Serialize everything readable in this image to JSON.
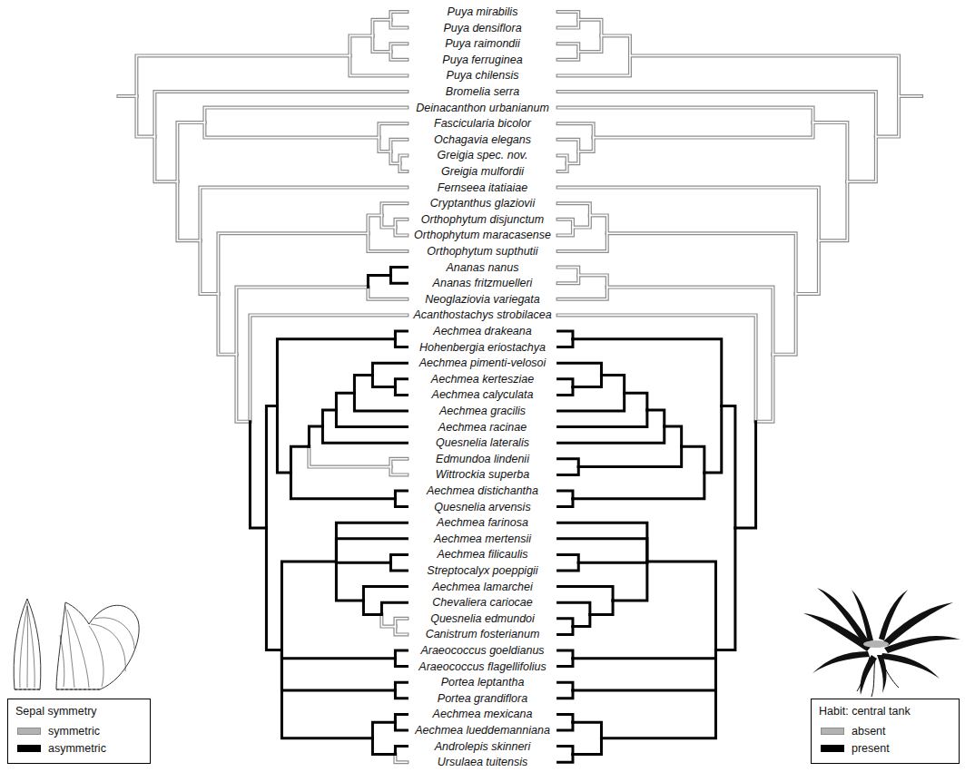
{
  "diagram": {
    "labels": [
      "Puya mirabilis",
      "Puya densiflora",
      "Puya raimondii",
      "Puya ferruginea",
      "Puya chilensis",
      "Bromelia serra",
      "Deinacanthon urbanianum",
      "Fascicularia bicolor",
      "Ochagavia elegans",
      "Greigia spec. nov.",
      "Greigia mulfordii",
      "Fernseea itatiaiae",
      "Cryptanthus glaziovii",
      "Orthophytum disjunctum",
      "Orthophytum maracasense",
      "Orthophytum supthutii",
      "Ananas nanus",
      "Ananas fritzmuelleri",
      "Neoglaziovia variegata",
      "Acanthostachys strobilacea",
      "Aechmea drakeana",
      "Hohenbergia eriostachya",
      "Aechmea pimenti-velosoi",
      "Aechmea kertesziae",
      "Aechmea calyculata",
      "Aechmea gracilis",
      "Aechmea racinae",
      "Quesnelia lateralis",
      "Edmundoa lindenii",
      "Wittrockia superba",
      "Aechmea distichantha",
      "Quesnelia arvensis",
      "Aechmea farinosa",
      "Aechmea mertensii",
      "Aechmea filicaulis",
      "Streptocalyx poeppigii",
      "Aechmea lamarchei",
      "Chevaliera cariocae",
      "Quesnelia edmundoi",
      "Canistrum fosterianum",
      "Araeococcus goeldianus",
      "Araeococcus flagellifolius",
      "Portea leptantha",
      "Portea grandiflora",
      "Aechmea mexicana",
      "Aechmea lueddemanniana",
      "Androlepis skinneri",
      "Ursulaea tuitensis",
      "Sepal symmetry",
      "Habit: central tank"
    ],
    "legend": [
      {
        "text": "symmetric",
        "color": "#b3b3b3"
      },
      {
        "text": "asymmetric",
        "color": "#000000"
      },
      {
        "text": "absent",
        "color": "#b3b3b3"
      },
      {
        "text": "present",
        "color": "#000000"
      }
    ]
  }
}
